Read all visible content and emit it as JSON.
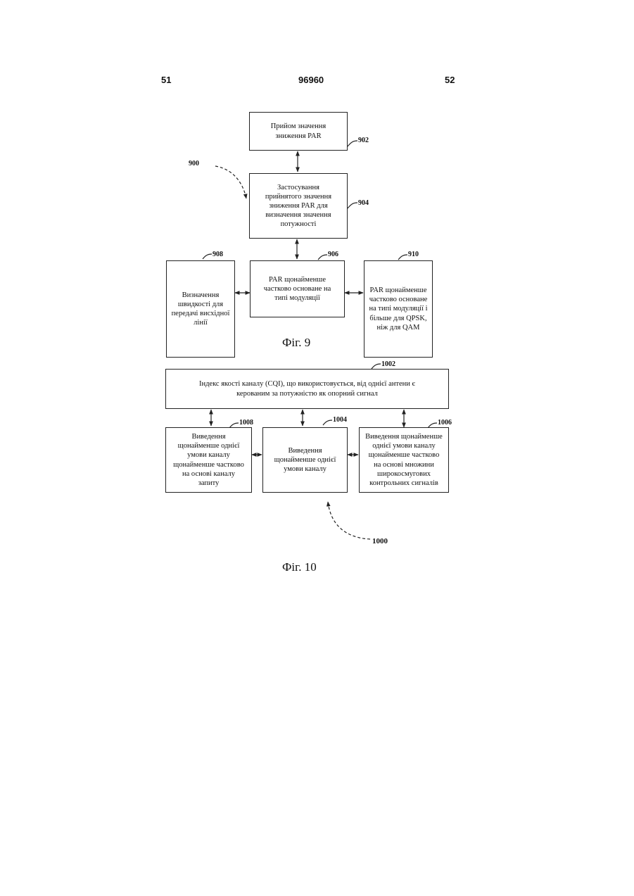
{
  "header": {
    "left_page": "51",
    "doc_number": "96960",
    "right_page": "52"
  },
  "fig9": {
    "label": "Фіг. 9",
    "ref_900": "900",
    "box_902": {
      "text": "Прийом значення\nзниження PAR",
      "ref": "902"
    },
    "box_904": {
      "text": "Застосування\nприйнятого значення\nзниження PAR для\nвизначення значення\nпотужності",
      "ref": "904"
    },
    "box_906": {
      "text": "PAR щонайменше\nчастково основане на\nтипі модуляції",
      "ref": "906"
    },
    "box_908": {
      "text": "Визначення\nшвидкості для\nпередачі висхідної\nлінії",
      "ref": "908"
    },
    "box_910": {
      "text": "PAR щонайменше\nчастково основане\nна типі модуляції і\nбільше для QPSK,\nніж для QAM",
      "ref": "910"
    }
  },
  "fig10": {
    "label": "Фіг. 10",
    "ref_1000": "1000",
    "box_1002": {
      "text": "Індекс якості каналу (CQI), що використовується, від однієї антени є\nкерованим за потужністю як опорний сигнал",
      "ref": "1002"
    },
    "box_1008": {
      "text": "Виведення\nщонайменше однієї\nумови каналу\nщонайменше частково\nна основі каналу\nзапиту",
      "ref": "1008"
    },
    "box_1004": {
      "text": "Виведення\nщонайменше однієї\nумови каналу",
      "ref": "1004"
    },
    "box_1006": {
      "text": "Виведення щонайменше\nоднієї умови каналу\nщонайменше частково\nна основі множини\nширокосмугових\nконтрольних сигналів",
      "ref": "1006"
    }
  }
}
